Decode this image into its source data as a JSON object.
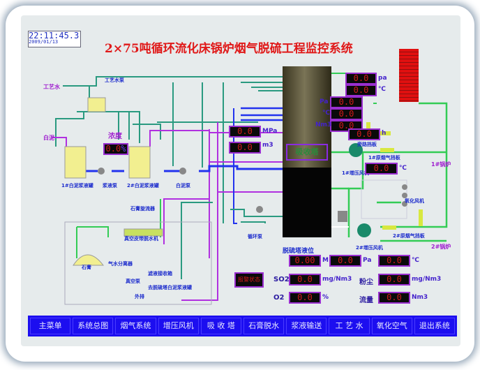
{
  "clock": {
    "time": "22:11:45.3",
    "date": "2009/01/13"
  },
  "title": "2×75吨循环流化床锅炉烟气脱硫工程监控系统",
  "menu": [
    "主菜单",
    "系统总图",
    "烟气系统",
    "增压风机",
    "吸 收 塔",
    "石膏脱水",
    "浆液输送",
    "工 艺 水",
    "氧化空气",
    "退出系统"
  ],
  "labels": {
    "process_water": "工艺水",
    "process_water_pump": "工艺水泵",
    "white_mud": "白泥",
    "tank1": "1#白泥浆液罐",
    "slurry_pump": "浆液泵",
    "tank2": "2#白泥浆液罐",
    "mud_pump": "白泥泵",
    "concentration": "浓度",
    "cyclone": "石膏旋流器",
    "belt_filter": "真空皮带脱水机",
    "gypsum": "石膏",
    "separator": "气水分离器",
    "vacuum_pump": "真空泵",
    "filtrate_tank": "滤液接收箱",
    "discharge": "外排",
    "return": "去脱硫塔白泥浆液罐",
    "circ_pump": "循环泵",
    "tower": "吸收塔",
    "fan1": "1#增压风机",
    "fan2": "2#增压风机",
    "boiler1": "1#锅炉",
    "boiler2": "2#锅炉",
    "oxidation_fan": "氧化风机",
    "damper1": "1#原烟气挡板",
    "damper2": "2#原烟气挡板",
    "bypass": "旁路挡板",
    "tower_level": "脱硫塔液位",
    "so2": "SO2",
    "o2": "O2",
    "dust": "粉尘",
    "flow": "流量",
    "alarm": "报警状态"
  },
  "displays": {
    "conc": {
      "value": "0.0",
      "unit": "%"
    },
    "mpa": {
      "value": "0.0",
      "unit": "MPa"
    },
    "m3": {
      "value": "0.0",
      "unit": "m3"
    },
    "top_pa": {
      "value": "0.0",
      "unit": "pa"
    },
    "top_c": {
      "value": "0.0",
      "unit": "℃"
    },
    "mid1": {
      "value": "0.0",
      "unit": "Pa"
    },
    "mid2": {
      "value": "0.0",
      "unit": "℃"
    },
    "mid3": {
      "value": "0.0",
      "unit": "Nm3"
    },
    "h": {
      "value": "0.0",
      "unit": "h"
    },
    "fan_c": {
      "value": "0.0",
      "unit": "℃"
    },
    "level": {
      "value": "0.00",
      "unit": "M"
    },
    "pa": {
      "value": "0.0",
      "unit": "Pa"
    },
    "temp": {
      "value": "0.0",
      "unit": "℃"
    },
    "so2": {
      "value": "0.0",
      "unit": "mg/Nm3"
    },
    "dust": {
      "value": "0.0",
      "unit": "mg/Nm3"
    },
    "o2": {
      "value": "0.0",
      "unit": "%"
    },
    "flow": {
      "value": "0.0",
      "unit": "Nm3"
    }
  }
}
